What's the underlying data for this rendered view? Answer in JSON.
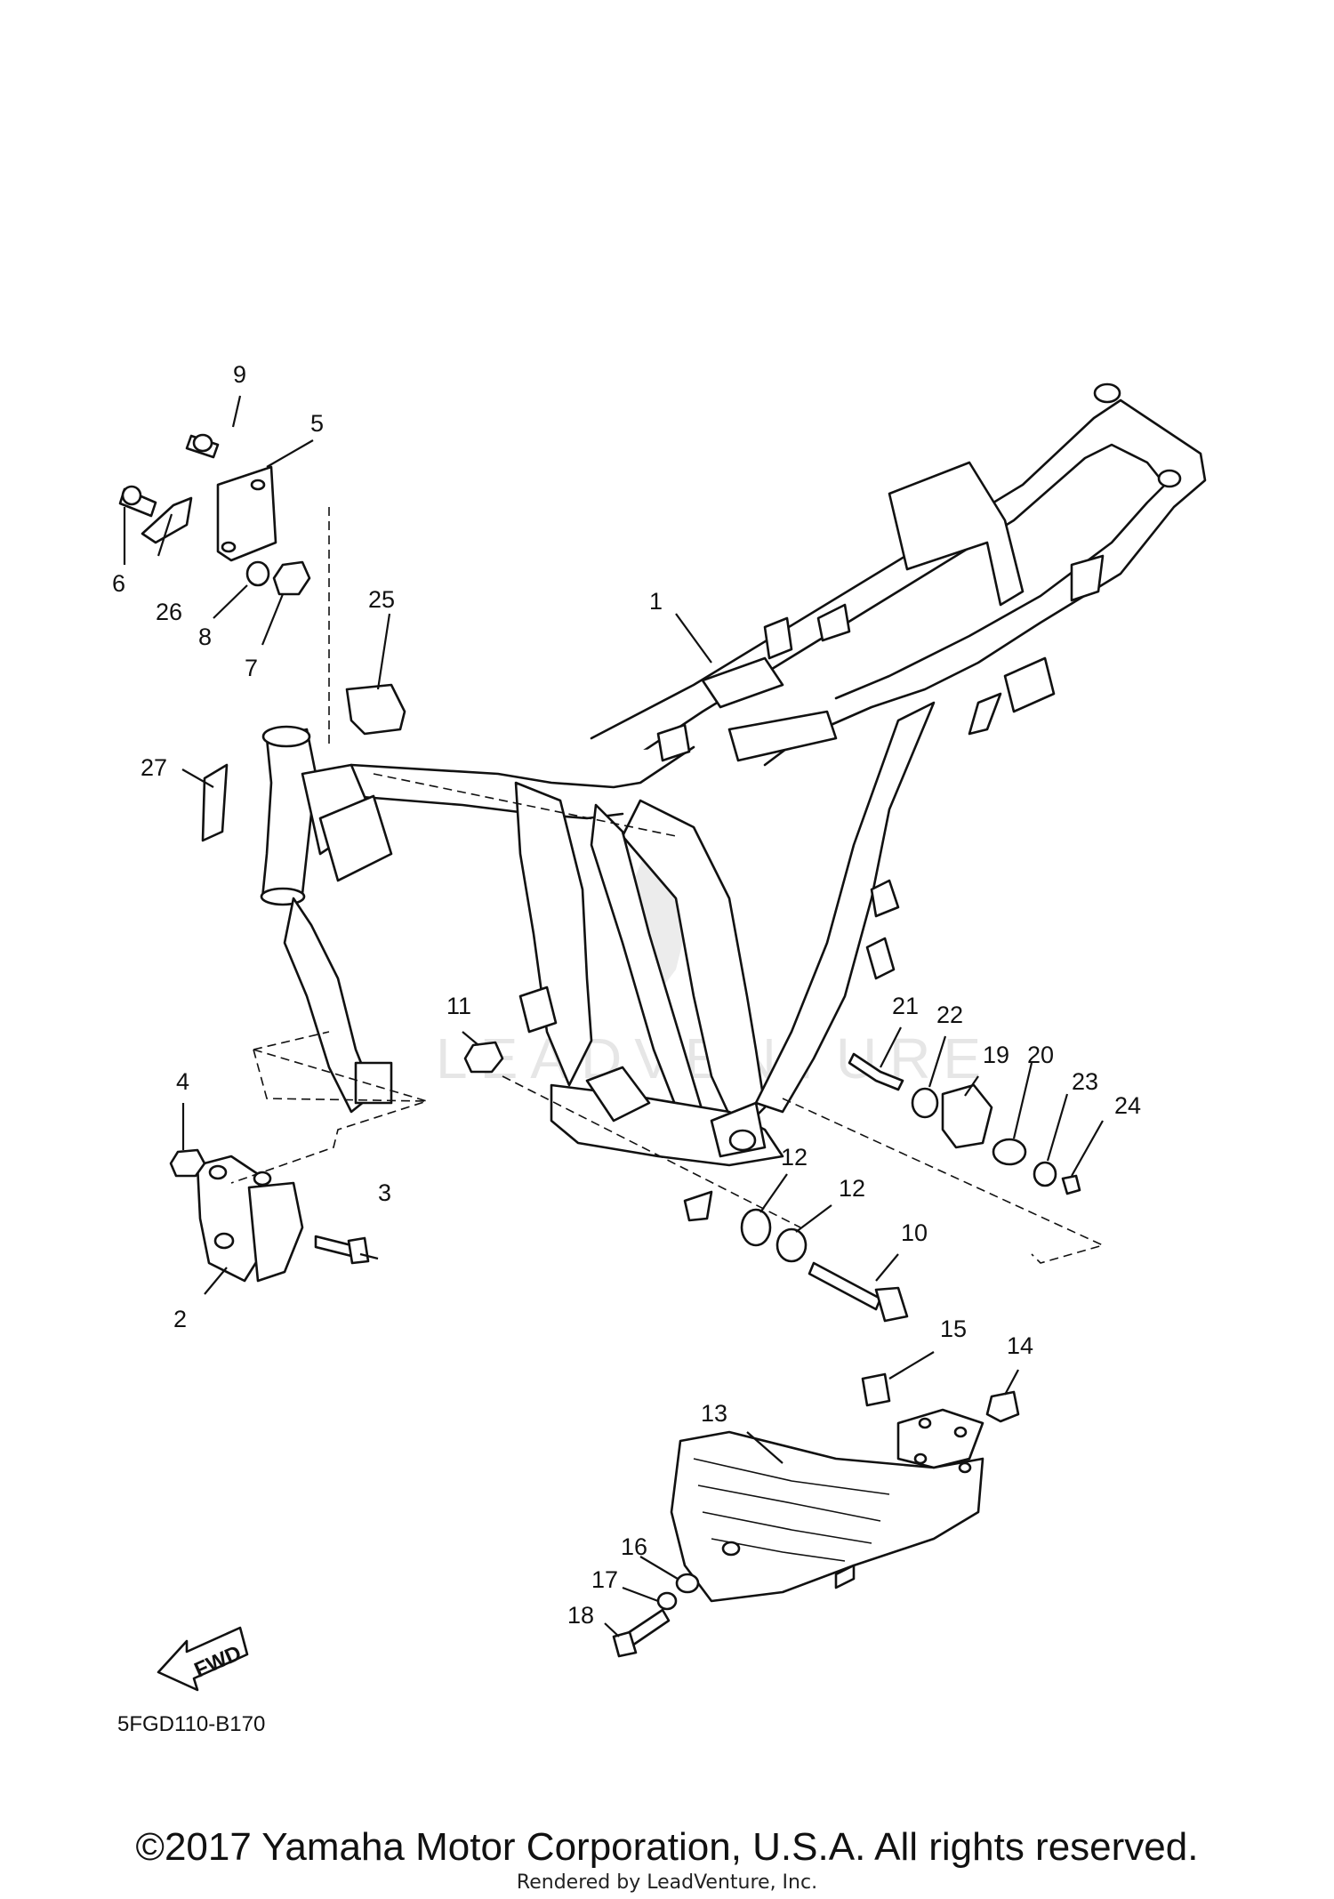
{
  "diagram": {
    "part_code": "5FGD110-B170",
    "fwd_label": "FWD",
    "watermark": "LEADVENTURE",
    "callouts": [
      "1",
      "2",
      "3",
      "4",
      "5",
      "6",
      "7",
      "8",
      "9",
      "10",
      "11",
      "12",
      "12",
      "13",
      "14",
      "15",
      "16",
      "17",
      "18",
      "19",
      "20",
      "21",
      "22",
      "23",
      "24",
      "25",
      "26",
      "27"
    ]
  },
  "footer": {
    "copyright": "©2017 Yamaha Motor Corporation, U.S.A. All rights reserved.",
    "rendered_by": "Rendered by LeadVenture, Inc."
  }
}
